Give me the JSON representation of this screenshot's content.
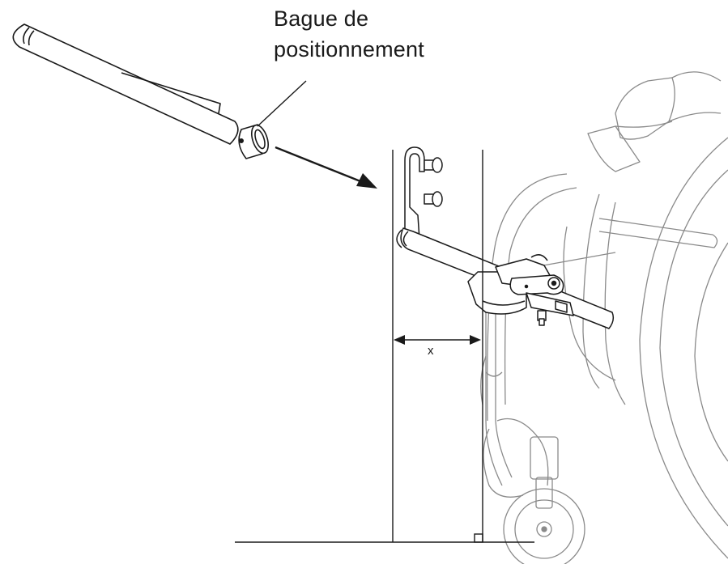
{
  "labels": {
    "callout_line1": "Bague de",
    "callout_line2": "positionnement",
    "dimension": "x"
  },
  "colors": {
    "line": "#1a1a1a",
    "chair_line": "#8a8a8a",
    "background": "#ffffff"
  }
}
